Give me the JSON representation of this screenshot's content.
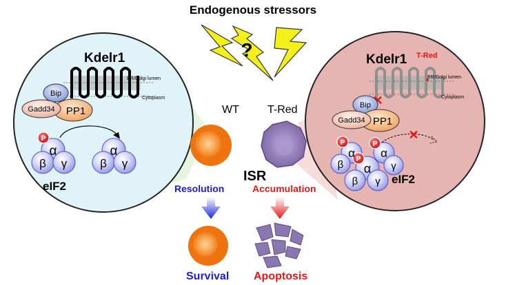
{
  "title": "Endogenous stressors",
  "stressor_mark": "?",
  "wt_panel": {
    "protein": "Kdelr1",
    "lumen_label": "ER/Golgi lumen",
    "cyto_label": "Cytoplasm",
    "chaperone": "Bip",
    "gadd34": "Gadd34",
    "pp1": "PP1",
    "phospho": "P",
    "alpha": "α",
    "beta": "β",
    "gamma": "γ",
    "complex_label": "eIF2"
  },
  "tred_panel": {
    "protein": "Kdelr1",
    "protein_sup": "T-Red",
    "lumen_label": "ER/Golgi lumen",
    "cyto_label": "Cytoplasm",
    "chaperone": "Bip",
    "gadd34": "Gadd34",
    "pp1": "PP1",
    "phospho": "P",
    "alpha": "α",
    "beta": "β",
    "gamma": "γ",
    "complex_label": "eIF2",
    "block_mark": "✕"
  },
  "center": {
    "wt_label": "WT",
    "tred_label": "T-Red",
    "isr_label": "ISR",
    "resolution_label": "Resolution",
    "accumulation_label": "Accumulation",
    "survival_label": "Survival",
    "apoptosis_label": "Apoptosis"
  },
  "colors": {
    "resolution": "#1a1adb",
    "accumulation": "#e01818",
    "wt_cell": "#f07a18",
    "tred_cell": "#7f6aa6",
    "left_bg": "#dff3f8",
    "right_bg": "#e6b5b1",
    "bolt": "#f5f01a"
  }
}
